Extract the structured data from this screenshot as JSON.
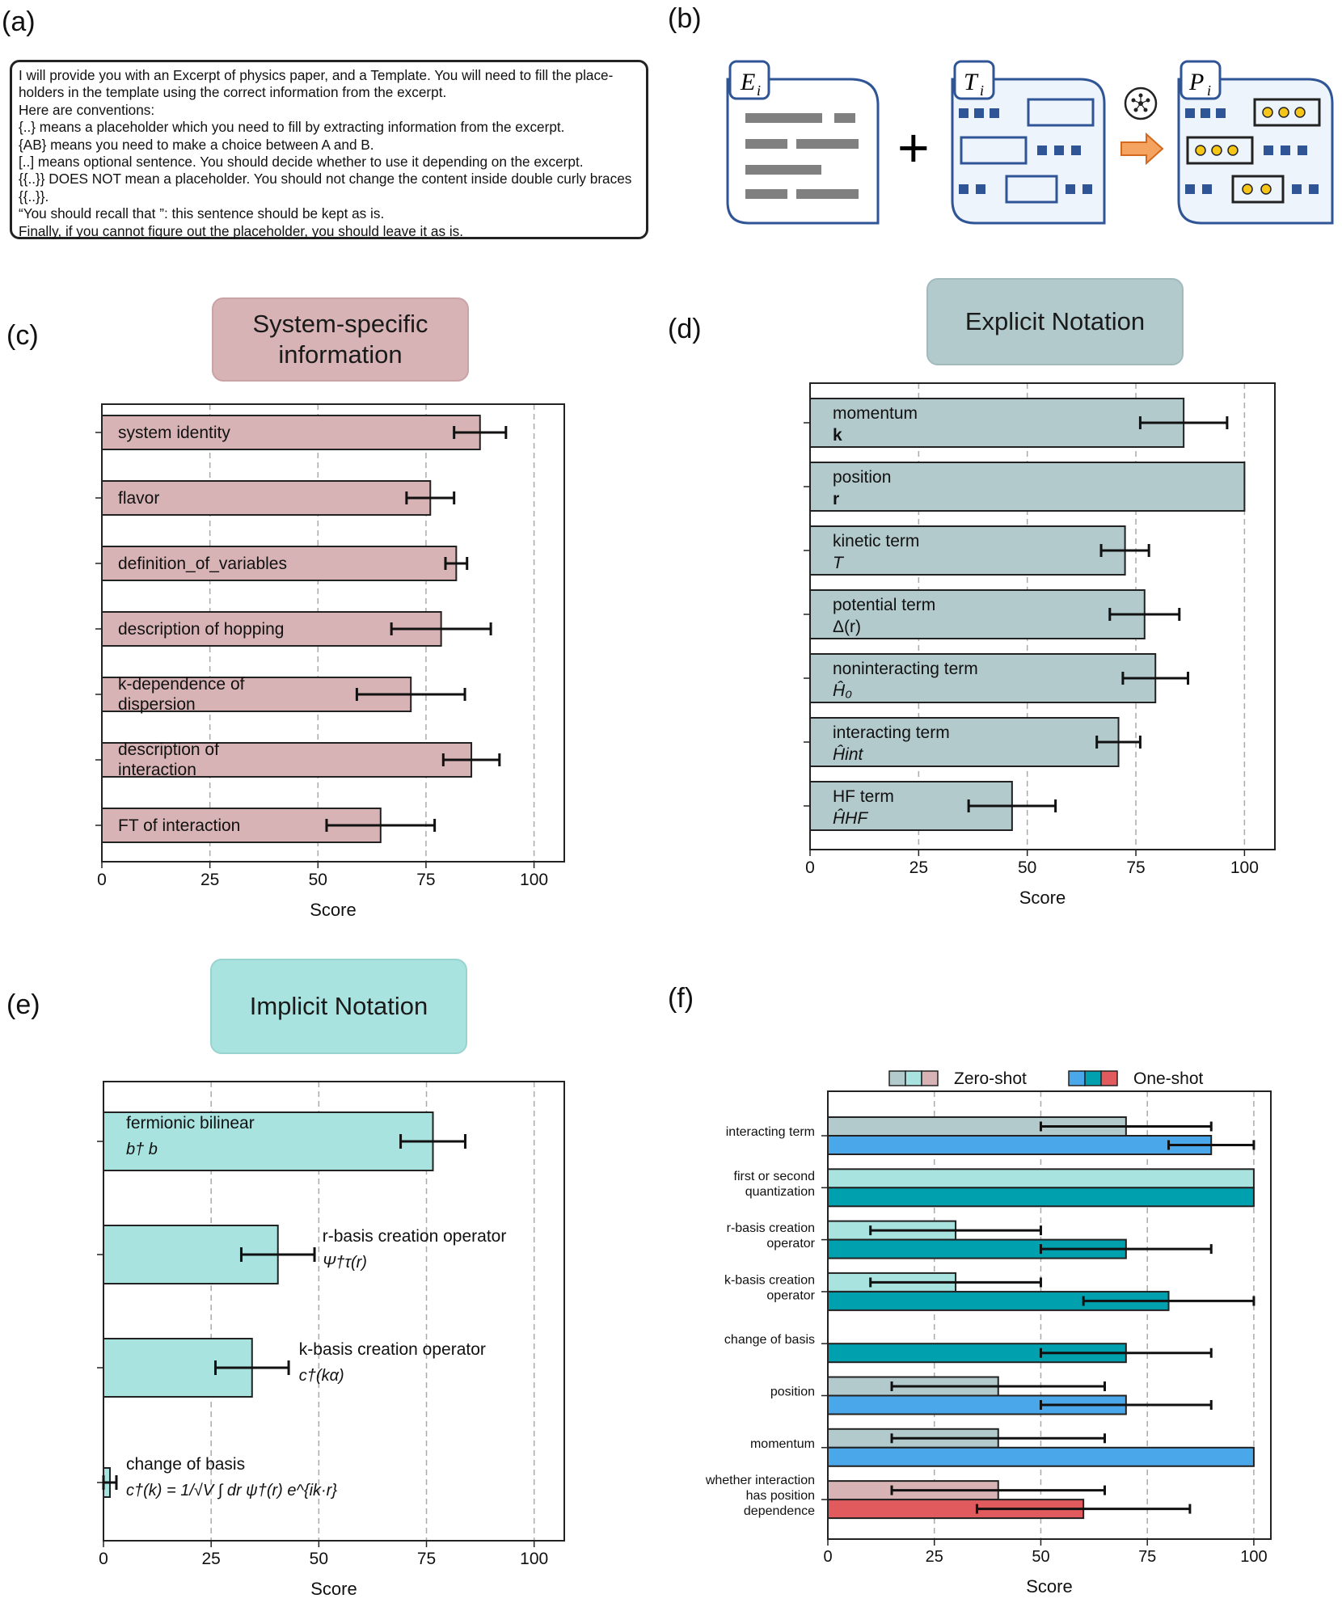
{
  "panel_labels": {
    "a": "(a)",
    "b": "(b)",
    "c": "(c)",
    "d": "(d)",
    "e": "(e)",
    "f": "(f)"
  },
  "prompt_lines": [
    "I will provide you with an Excerpt of physics paper, and a Template.  You will need to fill the place-",
    "holders in the template using the correct information from the excerpt.",
    "Here are conventions:",
    "{..} means a placeholder which you need to fill by extracting information from the excerpt.",
    "{AB} means you need to make a choice between A and B.",
    "[..] means optional sentence.  You should decide whether to use it depending on the excerpt.",
    "{{..}} DOES NOT mean a placeholder.  You should not change the content inside double curly braces",
    "{{..}}.",
    "“You should recall that ”: this sentence should be kept as is.",
    "Finally, if you cannot figure out the placeholder, you should leave it as is."
  ],
  "diagram": {
    "excerpt_label": "E",
    "template_label": "T",
    "prompt_label": "P",
    "subscript": "i",
    "plus": "+"
  },
  "colors": {
    "system": "#d8b3b5",
    "explicit": "#b3cacd",
    "implicit": "#a8e3df",
    "zero_gray": "#b3cacd",
    "zero_teal": "#a8e3df",
    "zero_red": "#d8b3b5",
    "one_blue": "#4aa8ea",
    "one_teal": "#00a0ae",
    "one_red": "#e05a5e",
    "diagram_blue": "#2f5597",
    "diagram_fill": "#eef4fb",
    "diagram_gray": "#808080",
    "dot_yellow": "#f5c518",
    "arrow_orange": "#f4a460"
  },
  "badges": {
    "c": "System-specific information",
    "d": "Explicit Notation",
    "e": "Implicit Notation"
  },
  "chart_data": [
    {
      "panel": "c",
      "type": "bar",
      "orientation": "horizontal",
      "xlabel": "Score",
      "xlim": [
        0,
        107
      ],
      "xticks": [
        0,
        25,
        50,
        75,
        100
      ],
      "grid": "vertical dashed",
      "categories": [
        "system identity",
        "flavor",
        "definition_of_variables",
        "description of hopping",
        "k-dependence of dispersion",
        "description of interaction",
        "FT of interaction"
      ],
      "values": [
        87.5,
        76,
        82,
        78.5,
        71.5,
        85.5,
        64.5
      ],
      "errors": [
        6,
        5.5,
        2.5,
        11.5,
        12.5,
        6.5,
        12.5
      ]
    },
    {
      "panel": "d",
      "type": "bar",
      "orientation": "horizontal",
      "xlabel": "Score",
      "xlim": [
        0,
        107
      ],
      "xticks": [
        0,
        25,
        50,
        75,
        100
      ],
      "grid": "vertical dashed",
      "categories": [
        {
          "name": "momentum",
          "symbol": "k"
        },
        {
          "name": "position",
          "symbol": "r"
        },
        {
          "name": "kinetic term",
          "symbol": "T"
        },
        {
          "name": "potential term",
          "symbol": "Δ(r)"
        },
        {
          "name": "noninteracting term",
          "symbol": "Ĥ₀"
        },
        {
          "name": "interacting term",
          "symbol": "Ĥint"
        },
        {
          "name": "HF term",
          "symbol": "ĤHF"
        }
      ],
      "values": [
        86,
        100,
        72.5,
        77,
        79.5,
        71,
        46.5
      ],
      "errors": [
        10,
        0,
        5.5,
        8,
        7.5,
        5,
        10
      ]
    },
    {
      "panel": "e",
      "type": "bar",
      "orientation": "horizontal",
      "xlabel": "Score",
      "xlim": [
        0,
        107
      ],
      "xticks": [
        0,
        25,
        50,
        75,
        100
      ],
      "grid": "vertical dashed",
      "categories": [
        {
          "name": "fermionic bilinear",
          "symbol": "b† b"
        },
        {
          "name": "r-basis creation operator",
          "symbol": "Ψ†τ(r)"
        },
        {
          "name": "k-basis creation operator",
          "symbol": "c†(kα)"
        },
        {
          "name": "change of basis",
          "symbol": "c†(k) = 1/√V ∫ dr ψ†(r) e^{ik·r}"
        }
      ],
      "values": [
        76.5,
        40.5,
        34.5,
        1.5
      ],
      "errors": [
        7.5,
        8.5,
        8.5,
        1.5
      ]
    },
    {
      "panel": "f",
      "type": "bar",
      "orientation": "horizontal",
      "xlabel": "Score",
      "xlim": [
        0,
        104
      ],
      "xticks": [
        0,
        25,
        50,
        75,
        100
      ],
      "grid": "vertical dashed",
      "legend": {
        "placement": "top",
        "labels": [
          "Zero-shot",
          "One-shot"
        ]
      },
      "categories": [
        "interacting term",
        "first or second quantization",
        "r-basis creation operator",
        "k-basis creation operator",
        "change of basis",
        "position",
        "momentum",
        "whether interaction has position dependence"
      ],
      "category_label_lines": [
        [
          "interacting term"
        ],
        [
          "first or second",
          "quantization"
        ],
        [
          "r-basis creation",
          "operator"
        ],
        [
          "k-basis creation",
          "operator"
        ],
        [
          "change of basis"
        ],
        [
          "position"
        ],
        [
          "momentum"
        ],
        [
          "whether interaction",
          "has position",
          "dependence"
        ]
      ],
      "group": [
        "explicit",
        "implicit",
        "implicit",
        "implicit",
        "implicit",
        "explicit",
        "explicit",
        "system"
      ],
      "series": [
        {
          "name": "Zero-shot",
          "values": [
            70,
            100,
            30,
            30,
            0,
            40,
            40,
            40
          ],
          "errors": [
            20,
            0,
            20,
            20,
            0,
            25,
            25,
            25
          ]
        },
        {
          "name": "One-shot",
          "values": [
            90,
            100,
            70,
            80,
            70,
            70,
            100,
            60
          ],
          "errors": [
            10,
            0,
            20,
            20,
            20,
            20,
            0,
            25
          ]
        }
      ]
    }
  ]
}
